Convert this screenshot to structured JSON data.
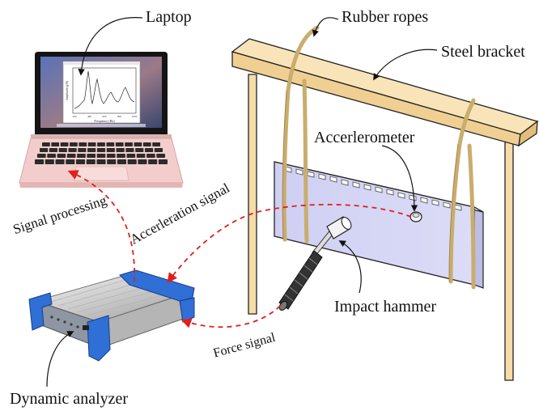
{
  "labels": {
    "laptop": "Laptop",
    "rubber_ropes": "Rubber ropes",
    "steel_bracket": "Steel bracket",
    "accelerometer": "Accerlerometer",
    "acceleration_signal": "Accerleration signal",
    "signal_processing": "Signal processing",
    "impact_hammer": "Impact hammer",
    "force_signal": "Force signal",
    "dynamic_analyzer": "Dynamic analyzer"
  },
  "screen_plot": {
    "xlabel": "Frequency (Hz)",
    "ylabel": "Amplitude (g/N)",
    "x_ticks": [
      "200",
      "400",
      "600",
      "800",
      "1000"
    ]
  },
  "colors": {
    "signal_arrow": "#e0201c",
    "bracket_wood": "#f6dca8",
    "rope": "#c9ad6c",
    "panel": "#d4d4f4",
    "laptop_body": "#f3cdcb",
    "analyzer_blue": "#2f6fd6",
    "screen_bg": "#3c4f8a"
  }
}
